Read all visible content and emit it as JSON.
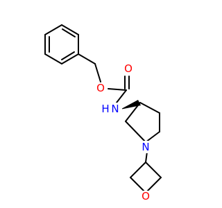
{
  "molecule": {
    "atoms": [
      {
        "id": "o-ester",
        "symbol": "O",
        "color": "#ff0000"
      },
      {
        "id": "o-carbonyl",
        "symbol": "O",
        "color": "#ff0000"
      },
      {
        "id": "n-carbamate",
        "symbol": "N",
        "color": "#0000ff"
      },
      {
        "id": "h-carbamate",
        "symbol": "H",
        "color": "#0000ff"
      },
      {
        "id": "n-piperidine",
        "symbol": "N",
        "color": "#0000ff"
      },
      {
        "id": "o-oxetane",
        "symbol": "O",
        "color": "#ff0000"
      }
    ]
  }
}
